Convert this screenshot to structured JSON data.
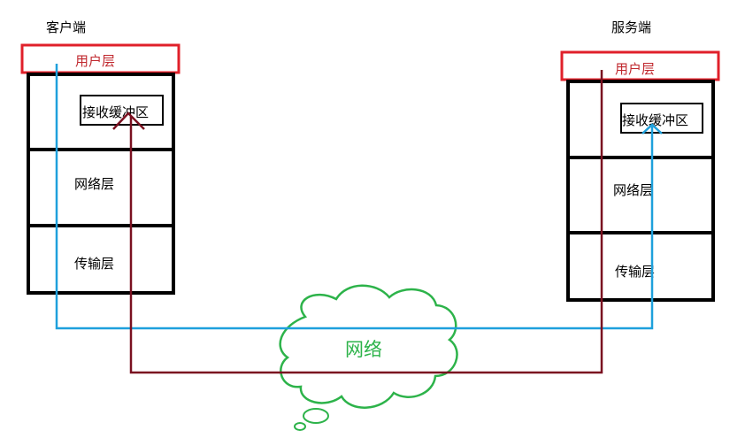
{
  "client": {
    "title": "客户端",
    "user_layer": "用户层",
    "receive_buffer": "接收缓冲区",
    "network_layer": "网络层",
    "transport_layer": "传输层"
  },
  "server": {
    "title": "服务端",
    "user_layer": "用户层",
    "receive_buffer": "接收缓冲区",
    "network_layer": "网络层",
    "transport_layer": "传输层"
  },
  "network": {
    "label": "网络"
  },
  "colors": {
    "user_layer_border": "#e0202a",
    "user_layer_text": "#c0282e",
    "stack_border": "#000000",
    "client_to_server_path": "#1ea0dc",
    "server_to_client_path": "#7a1020",
    "cloud": "#2db34a"
  }
}
